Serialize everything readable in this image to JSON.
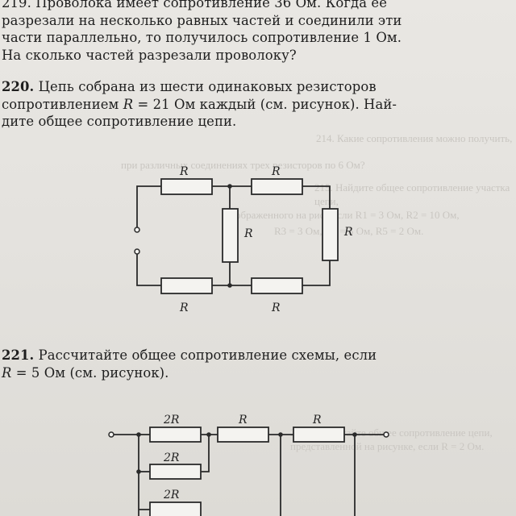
{
  "ghost_lines": [
    "214. Какие сопротивления можно получить,",
    "при различных соединениях трех резисторов по 6 Ом?",
    "215. Найдите общее сопротивление участка цепи,",
    "изображенного на рис., если R1 = 3 Ом, R2 = 10 Ом,",
    "R3 = 3 Ом, R4 = 5 Ом, R5 = 2 Ом.",
    "216. Рассчитайте общее сопротивление цепи, представленной на рисунке, если R = 2 Ом."
  ],
  "problem219": {
    "line1": "219. Проволока имеет сопротивление 36 Ом. Когда ее",
    "line2": "разрезали на несколько равных частей и соединили эти",
    "line3": "части параллельно, то получилось сопротивление 1 Ом.",
    "line4": "На сколько частей разрезали проволоку?"
  },
  "problem220": {
    "number": "220.",
    "line1": "Цепь собрана из шести одинаковых резисторов",
    "line2a": "сопротивлением ",
    "var": "R",
    "line2b": " = 21 Ом каждый (см. рисунок). Най-",
    "line3": "дите общее сопротивление цепи."
  },
  "figure220": {
    "labels": [
      "R",
      "R",
      "R",
      "R",
      "R",
      "R"
    ]
  },
  "problem221": {
    "number": "221.",
    "line1": "Рассчитайте общее сопротивление схемы, если",
    "var": "R",
    "line2b": " = 5 Ом (см. рисунок)."
  },
  "figure221": {
    "labels": [
      "2R",
      "R",
      "R",
      "2R",
      "2R"
    ]
  }
}
